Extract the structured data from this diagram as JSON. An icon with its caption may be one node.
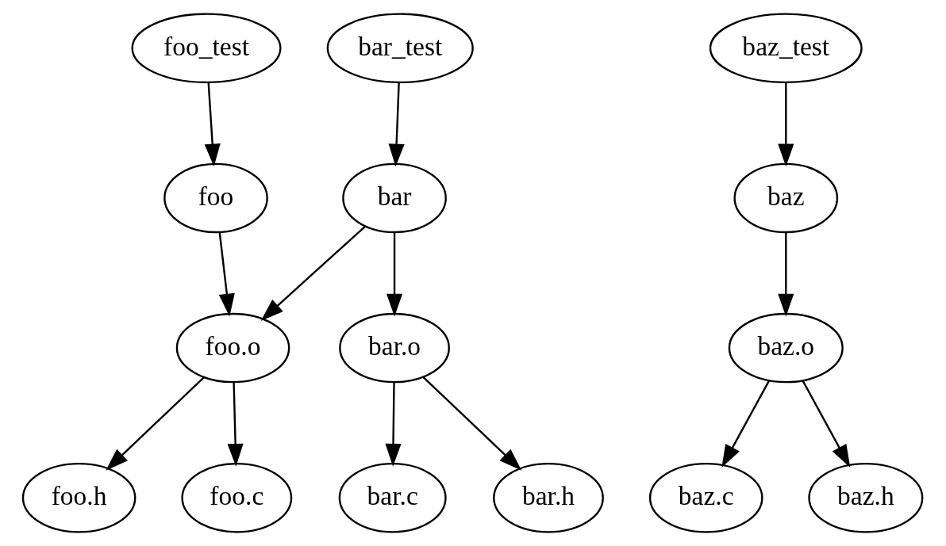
{
  "diagram": {
    "nodes": [
      {
        "text": [
          "foo_test"
        ]
      },
      {
        "text": [
          "bar_test"
        ]
      },
      {
        "text": [
          "baz_test"
        ]
      },
      {
        "text": [
          "foo"
        ]
      },
      {
        "text": [
          "bar"
        ]
      },
      {
        "text": [
          "baz"
        ]
      },
      {
        "text": [
          "foo.o"
        ]
      },
      {
        "text": [
          "bar.o"
        ]
      },
      {
        "text": [
          "baz.o"
        ]
      },
      {
        "text": [
          "foo.h"
        ]
      },
      {
        "text": [
          "foo.c"
        ]
      },
      {
        "text": [
          "bar.c"
        ]
      },
      {
        "text": [
          "bar.h"
        ]
      },
      {
        "text": [
          "baz.c"
        ]
      },
      {
        "text": [
          "baz.h"
        ]
      }
    ],
    "edges": [
      {
        "from": 0,
        "to": 3,
        "arrow": "to"
      },
      {
        "from": 1,
        "to": 4,
        "arrow": "to"
      },
      {
        "from": 2,
        "to": 5,
        "arrow": "to"
      },
      {
        "from": 3,
        "to": 6,
        "arrow": "to"
      },
      {
        "from": 4,
        "to": 6,
        "arrow": "to"
      },
      {
        "from": 4,
        "to": 7,
        "arrow": "to"
      },
      {
        "from": 5,
        "to": 8,
        "arrow": "to"
      },
      {
        "from": 6,
        "to": 9,
        "arrow": "to"
      },
      {
        "from": 6,
        "to": 10,
        "arrow": "to"
      },
      {
        "from": 7,
        "to": 11,
        "arrow": "to"
      },
      {
        "from": 7,
        "to": 12,
        "arrow": "to"
      },
      {
        "from": 8,
        "to": 13,
        "arrow": "to"
      },
      {
        "from": 8,
        "to": 14,
        "arrow": "to"
      }
    ]
  }
}
